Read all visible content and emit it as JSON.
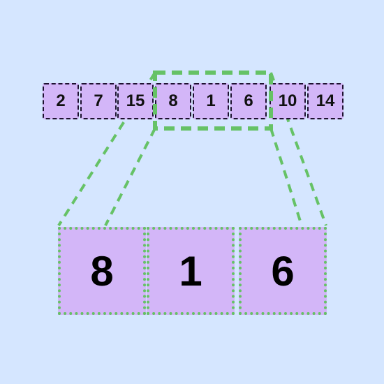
{
  "array": {
    "values": [
      "2",
      "7",
      "15",
      "8",
      "1",
      "6",
      "10",
      "14"
    ]
  },
  "window": {
    "values": [
      "8",
      "1",
      "6"
    ],
    "highlight_color": "#66c266",
    "cell_fill": "#d3b6f8"
  },
  "background_color": "#d5e6ff"
}
